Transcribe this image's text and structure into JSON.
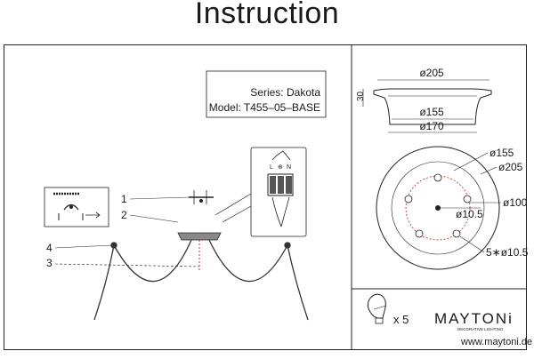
{
  "title": "Instruction",
  "model_box": {
    "series": "Series: Dakota",
    "model": "Model: T455–05–BASE"
  },
  "callouts": [
    "1",
    "2",
    "3",
    "4"
  ],
  "terminal_labels": [
    "L",
    "⊕",
    "N"
  ],
  "top_view": {
    "width": "ø205",
    "height": "30",
    "inner1": "ø155",
    "inner2": "ø170"
  },
  "bottom_view": {
    "d1": "ø155",
    "d2": "ø205",
    "d3": "ø100",
    "hole": "ø10.5",
    "holes": "5∗ø10.5"
  },
  "footer": {
    "bulb_count": "x 5",
    "brand": "MAYTONi",
    "brand_sub": "DECORATIVE LIGHTING",
    "website": "www.maytoni.de"
  }
}
